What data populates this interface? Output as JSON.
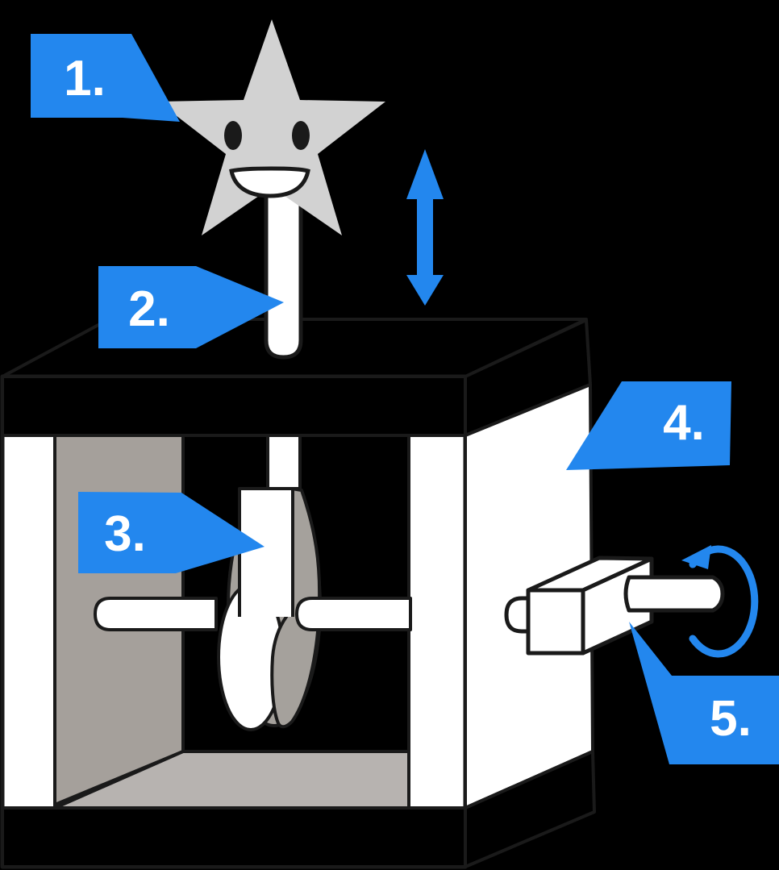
{
  "diagram": {
    "callouts": [
      {
        "label": "1."
      },
      {
        "label": "2."
      },
      {
        "label": "3."
      },
      {
        "label": "4."
      },
      {
        "label": "5."
      }
    ],
    "icons": {
      "vertical_motion_arrow": "double-headed-vertical-arrow",
      "rotation_arrow": "circular-rotation-arrow",
      "star_character": "smiling-star"
    }
  },
  "colors": {
    "accent": "#2387EE",
    "star_gray": "#D2D2D2",
    "wall_gray": "#A5A09B",
    "floor_gray": "#B7B3B0",
    "cam_gray": "#A5A19C",
    "outline": "#1A1A1A",
    "background": "#000000",
    "white": "#FFFFFF"
  }
}
